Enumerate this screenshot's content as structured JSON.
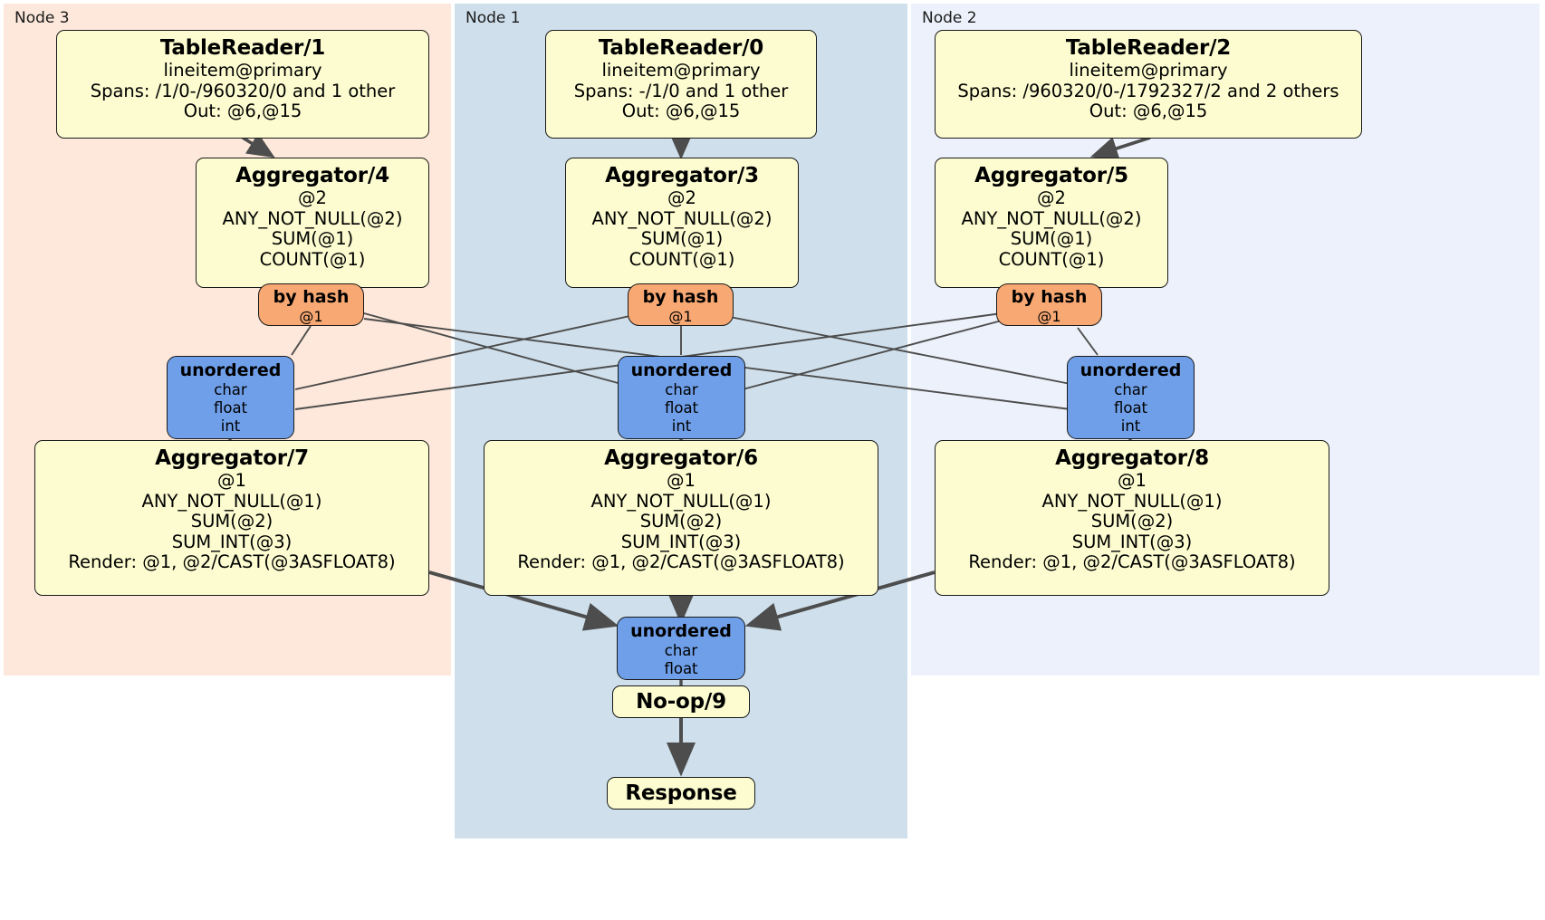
{
  "diagram": {
    "kind": "distributed-query-plan",
    "nodes": [
      {
        "id": "node3",
        "label": "Node 3",
        "bg_color": "#fde8db"
      },
      {
        "id": "node1",
        "label": "Node 1",
        "bg_color": "#cfe0ec"
      },
      {
        "id": "node2",
        "label": "Node 2",
        "bg_color": "#edf1fb"
      }
    ],
    "colors": {
      "processor_fill": "#fcfcd0",
      "hash_router_fill": "#f7a873",
      "unordered_sync_fill": "#6f9fe8",
      "stroke": "#1a1a1a",
      "edge": "#4d4d4d"
    },
    "processors": {
      "table_reader_1": {
        "title": "TableReader/1",
        "lines": [
          "lineitem@primary",
          "Spans: /1/0-/960320/0 and 1 other",
          "Out: @6,@15"
        ]
      },
      "table_reader_0": {
        "title": "TableReader/0",
        "lines": [
          "lineitem@primary",
          "Spans: -/1/0 and 1 other",
          "Out: @6,@15"
        ]
      },
      "table_reader_2": {
        "title": "TableReader/2",
        "lines": [
          "lineitem@primary",
          "Spans: /960320/0-/1792327/2 and 2 others",
          "Out: @6,@15"
        ]
      },
      "aggregator_4": {
        "title": "Aggregator/4",
        "lines": [
          "@2",
          "ANY_NOT_NULL(@2)",
          "SUM(@1)",
          "COUNT(@1)"
        ]
      },
      "aggregator_3": {
        "title": "Aggregator/3",
        "lines": [
          "@2",
          "ANY_NOT_NULL(@2)",
          "SUM(@1)",
          "COUNT(@1)"
        ]
      },
      "aggregator_5": {
        "title": "Aggregator/5",
        "lines": [
          "@2",
          "ANY_NOT_NULL(@2)",
          "SUM(@1)",
          "COUNT(@1)"
        ]
      },
      "aggregator_7": {
        "title": "Aggregator/7",
        "lines": [
          "@1",
          "ANY_NOT_NULL(@1)",
          "SUM(@2)",
          "SUM_INT(@3)",
          "Render: @1, @2/CAST(@3ASFLOAT8)"
        ]
      },
      "aggregator_6": {
        "title": "Aggregator/6",
        "lines": [
          "@1",
          "ANY_NOT_NULL(@1)",
          "SUM(@2)",
          "SUM_INT(@3)",
          "Render: @1, @2/CAST(@3ASFLOAT8)"
        ]
      },
      "aggregator_8": {
        "title": "Aggregator/8",
        "lines": [
          "@1",
          "ANY_NOT_NULL(@1)",
          "SUM(@2)",
          "SUM_INT(@3)",
          "Render: @1, @2/CAST(@3ASFLOAT8)"
        ]
      },
      "noop_9": {
        "title": "No-op/9",
        "lines": []
      },
      "response": {
        "title": "Response",
        "lines": []
      }
    },
    "synchronizers": {
      "hash_router_node3": {
        "title": "by hash",
        "lines": [
          "@1"
        ]
      },
      "hash_router_node1": {
        "title": "by hash",
        "lines": [
          "@1"
        ]
      },
      "hash_router_node2": {
        "title": "by hash",
        "lines": [
          "@1"
        ]
      },
      "unordered_node3": {
        "title": "unordered",
        "lines": [
          "char",
          "float",
          "int"
        ]
      },
      "unordered_node1": {
        "title": "unordered",
        "lines": [
          "char",
          "float",
          "int"
        ]
      },
      "unordered_node2": {
        "title": "unordered",
        "lines": [
          "char",
          "float",
          "int"
        ]
      },
      "unordered_final": {
        "title": "unordered",
        "lines": [
          "char",
          "float"
        ]
      }
    }
  }
}
